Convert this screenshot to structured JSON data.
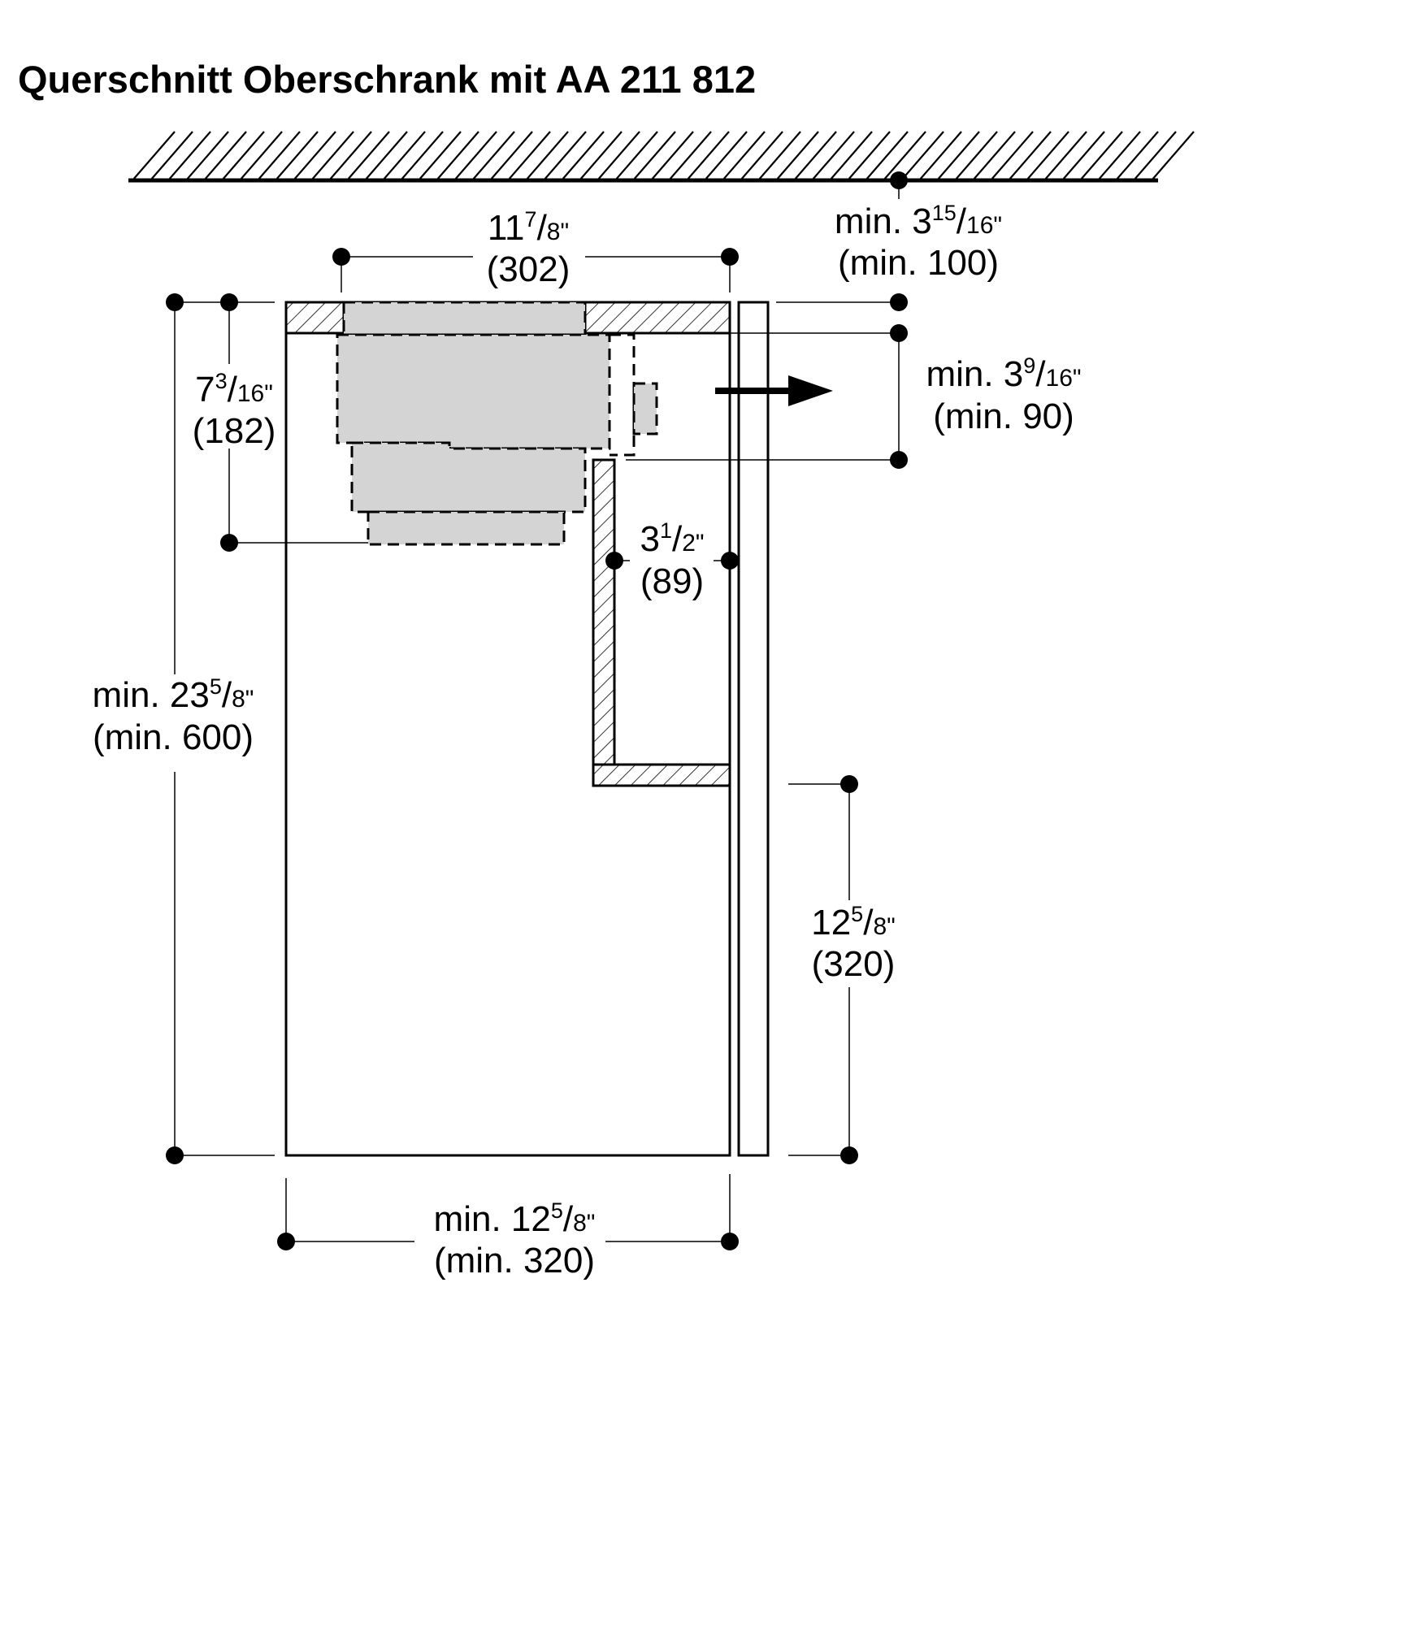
{
  "title": "Querschnitt Oberschrank mit AA 211 812",
  "dimensions": {
    "top_width": {
      "whole": "11",
      "num": "7",
      "den": "8\"",
      "mm": "(302)"
    },
    "ceiling_gap": {
      "whole": "min. 3",
      "num": "15",
      "den": "16\"",
      "mm": "(min. 100)"
    },
    "outlet_gap": {
      "whole": "min. 3",
      "num": "9",
      "den": "16\"",
      "mm": "(min. 90)"
    },
    "unit_height": {
      "whole": "7",
      "num": "3",
      "den": "16\"",
      "mm": "(182)"
    },
    "shelf_depth": {
      "whole": "3",
      "num": "1",
      "den": "2\"",
      "mm": "(89)"
    },
    "cab_height": {
      "whole": "min. 23",
      "num": "5",
      "den": "8\"",
      "mm": "(min. 600)"
    },
    "door_lower": {
      "whole": "12",
      "num": "5",
      "den": "8\"",
      "mm": "(320)"
    },
    "cab_depth": {
      "whole": "min. 12",
      "num": "5",
      "den": "8\"",
      "mm": "(min. 320)"
    }
  }
}
